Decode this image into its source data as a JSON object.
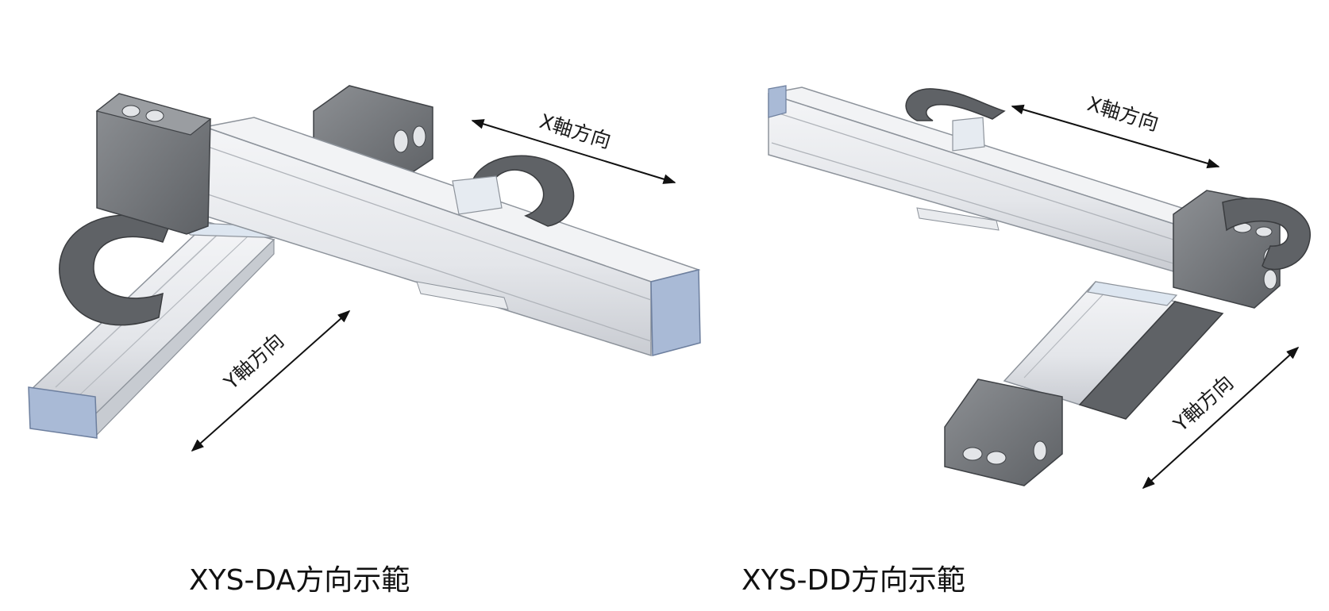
{
  "labels": {
    "da_x_axis": "X軸方向",
    "da_y_axis": "Y軸方向",
    "dd_x_axis": "X軸方向",
    "dd_y_axis": "Y軸方向"
  },
  "captions": {
    "da": "XYS-DA方向示範",
    "dd": "XYS-DD方向示範"
  },
  "colors": {
    "rail_light": "#eceef1",
    "rail_mid": "#d3d6db",
    "rail_dark": "#9aa0a8",
    "motor_dark": "#6e7175",
    "motor_mid": "#8a8d91",
    "end_cap_blue": "#a9bad6",
    "cable_chain": "#5f6266",
    "arrow": "#111111"
  }
}
